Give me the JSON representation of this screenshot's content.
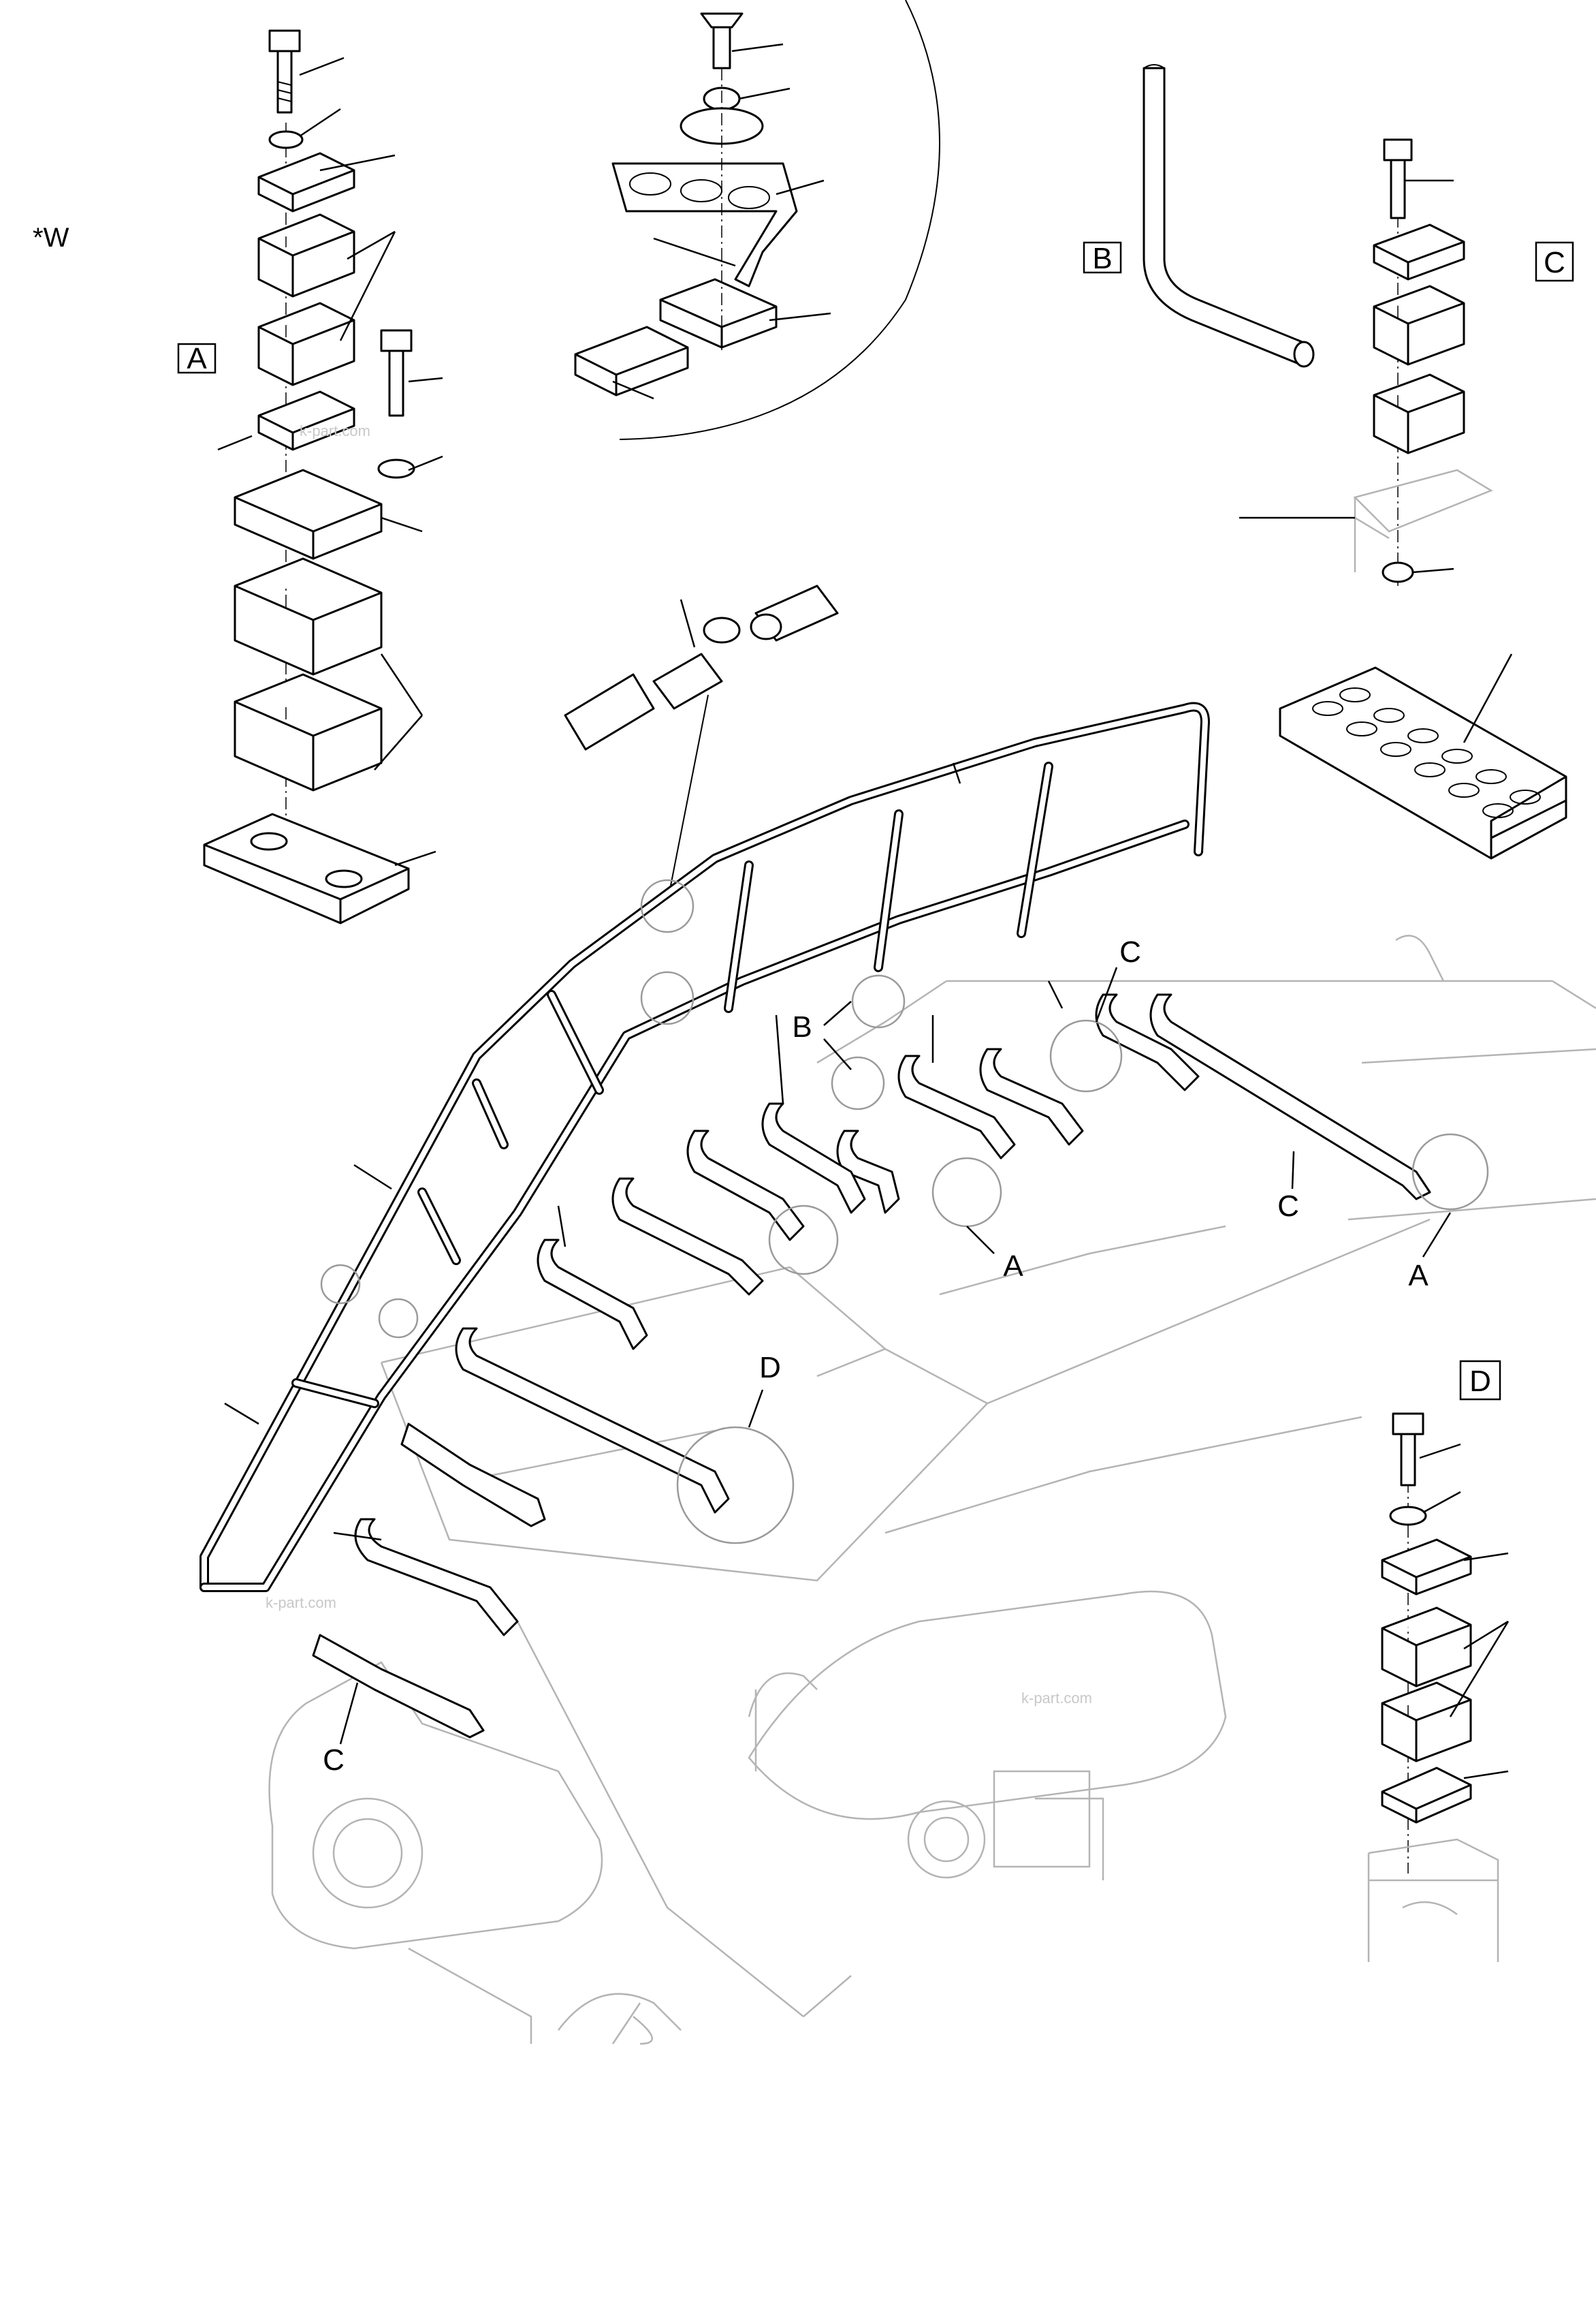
{
  "figure": {
    "variant_mark": "*W",
    "detail_labels": {
      "a": "A",
      "b": "B",
      "c": "C",
      "d": "D"
    },
    "view_callouts": {
      "a": "A",
      "b": "B",
      "c": "C",
      "d": "D"
    },
    "watermark": "k-part.com"
  },
  "colors": {
    "line": "#000000",
    "ghost_line": "#b4b4b4",
    "detail_circle": "#9a9a9a",
    "background": "#ffffff"
  }
}
